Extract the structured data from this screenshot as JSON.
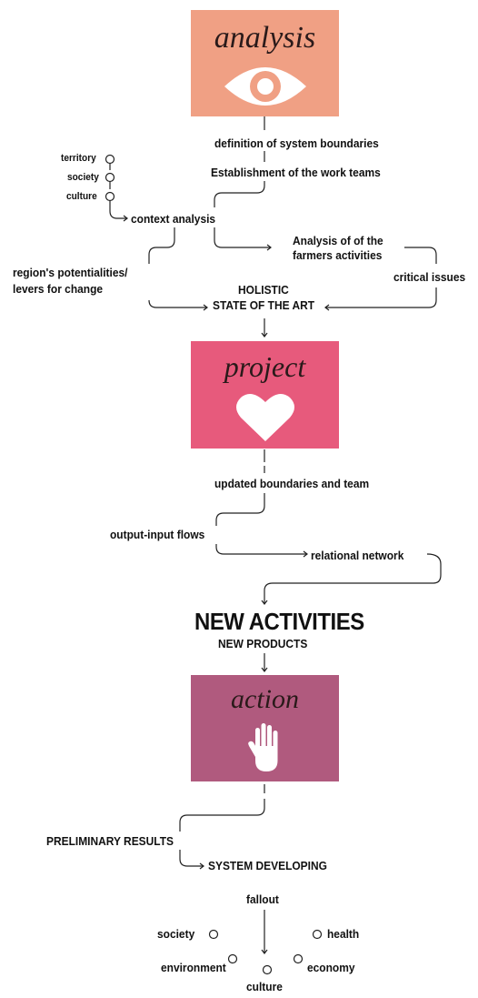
{
  "boxes": {
    "analysis": {
      "title": "analysis",
      "color": "#f0a084",
      "icon": "eye-icon"
    },
    "project": {
      "title": "project",
      "color": "#e75a7c",
      "icon": "heart-icon"
    },
    "action": {
      "title": "action",
      "color": "#b05a7e",
      "icon": "hand-icon"
    }
  },
  "analysis_phase": {
    "system_boundaries": "definition of system boundaries",
    "work_teams": "Establishment of the work teams",
    "context_inputs": [
      "territory",
      "society",
      "culture"
    ],
    "context_analysis": "context analysis",
    "farmers_line1": "Analysis of of the",
    "farmers_line2": "farmers activities",
    "potentialities_line1": "region's potentialities/",
    "potentialities_line2": "levers for change",
    "critical_issues": "critical issues",
    "holistic_line1": "HOLISTIC",
    "holistic_line2": "STATE OF THE ART"
  },
  "project_phase": {
    "updated": "updated boundaries and team",
    "flows": "output-input flows",
    "network": "relational network",
    "new_activities": "NEW ACTIVITIES",
    "new_products": "NEW PRODUCTS"
  },
  "action_phase": {
    "preliminary": "PRELIMINARY RESULTS",
    "developing": "SYSTEM DEVELOPING",
    "fallout": "fallout",
    "outcomes": {
      "society": "society",
      "health": "health",
      "environment": "environment",
      "economy": "economy",
      "culture": "culture"
    }
  }
}
